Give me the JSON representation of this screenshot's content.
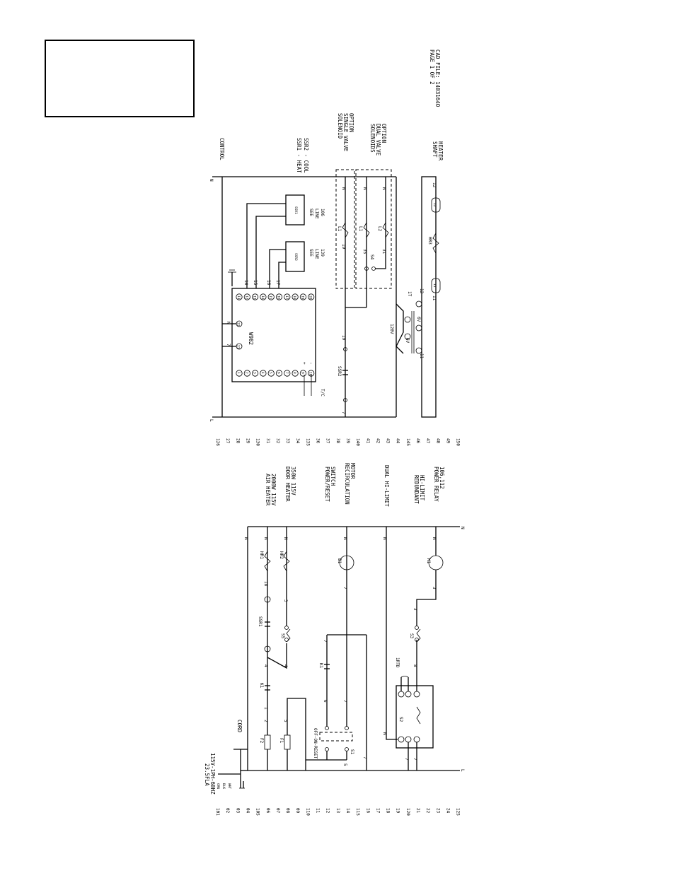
{
  "page_info": {
    "page": "PAGE 1 OF 2",
    "cad": "CAD FILE: 1403164O"
  },
  "top": {
    "line_numbers": [
      "126",
      "27",
      "28",
      "29",
      "130",
      "31",
      "32",
      "33",
      "34",
      "135",
      "36",
      "37",
      "38",
      "39",
      "140",
      "41",
      "42",
      "43",
      "44",
      "145",
      "46",
      "47",
      "48",
      "49",
      "150"
    ],
    "labels": {
      "control": "CONTROL",
      "ssr1": "SSR1 - HEAT",
      "ssr2": "SSR2 - COOL",
      "sol_single": [
        "SOLENOID",
        "SINGLE VALVE",
        "OPTION"
      ],
      "sol_dual": [
        "SOLENOIDS",
        "DUAL VALVE",
        "OPTION"
      ],
      "shaft": [
        "SHAFT",
        "HEATER"
      ]
    },
    "controller": {
      "name": "W982",
      "left_pins": [
        "1",
        "2",
        "3",
        "4",
        "5",
        "6",
        "7",
        "8",
        "9",
        "10"
      ],
      "right_pins": [
        "11",
        "12",
        "13",
        "14",
        "15",
        "16",
        "17",
        "18",
        "19",
        "20"
      ],
      "top_pins": [
        "21",
        "22"
      ],
      "tc_label": "T/C",
      "plus": "+",
      "minus": "-"
    },
    "relays": {
      "ssr2_name": "SSR2",
      "ssr1_name": "SSR1",
      "ssr2_see": [
        "SEE",
        "LINE",
        "139"
      ],
      "ssr1_see": [
        "SEE",
        "LINE",
        "106"
      ],
      "ssr2_pins": [
        "16",
        "17",
        "12",
        "13"
      ],
      "ssr1_pins": [
        "14",
        "15",
        "18",
        "19"
      ]
    },
    "transformer": {
      "primary": "120V",
      "sec_a": "6V",
      "sec_b": "6V",
      "term": "1T"
    },
    "wires": [
      "N",
      "7",
      "7",
      "19",
      "19",
      "35",
      "31",
      "N",
      "12",
      "11",
      "12",
      "11",
      "14",
      "15",
      "16",
      "17",
      "7",
      "N"
    ],
    "coils": [
      "L1",
      "L1",
      "L2",
      "S4"
    ],
    "heater": "HR3",
    "neg": "L"
  },
  "bottom": {
    "line_numbers": [
      "101",
      "02",
      "03",
      "04",
      "105",
      "06",
      "07",
      "08",
      "09",
      "110",
      "11",
      "12",
      "13",
      "14",
      "115",
      "16",
      "17",
      "18",
      "19",
      "120",
      "21",
      "22",
      "23",
      "24",
      "125"
    ],
    "labels": {
      "air": [
        "AIR HEATER",
        "2000W 115V"
      ],
      "door": [
        "DOOR HEATER",
        "350W 115V"
      ],
      "power_switch": [
        "POWER/RESET",
        "SWITCH"
      ],
      "recirc": [
        "RECIRCULATION",
        "MOTOR"
      ],
      "dual_hi": "DUAL HI-LIMIT",
      "redundant": [
        "REDUNDANT",
        "HI-LIMIT"
      ],
      "power_relay": [
        "POWER RELAY",
        "106,112"
      ],
      "cord": "CORD",
      "supply": "23.5FLA",
      "supply2": "115V-1PH-60HZ",
      "wire_colors": [
        "GRN",
        "BLK",
        "WHT"
      ],
      "off_on_reset": "OFF-ON-RESET"
    },
    "components": [
      "HR1",
      "HR2",
      "B1",
      "K1",
      "SSR1",
      "S5",
      "S3",
      "S2",
      "S1",
      "K1",
      "K1",
      "F2",
      "F1",
      "1RTD"
    ],
    "wires": [
      "N",
      "N",
      "N",
      "N",
      "N",
      "N",
      "N",
      "18",
      "3",
      "3",
      "7",
      "7",
      "7",
      "4",
      "4",
      "1",
      "2",
      "5",
      "6",
      "7",
      "7",
      "7",
      "7",
      "8",
      "3",
      "3",
      "N"
    ]
  }
}
